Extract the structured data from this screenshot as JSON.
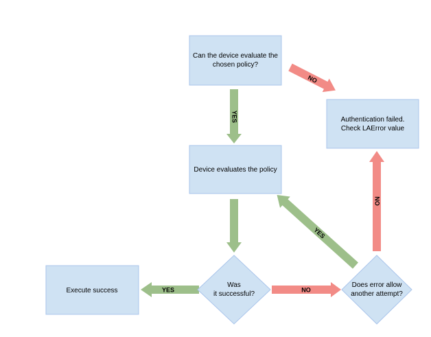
{
  "colors": {
    "box_fill": "#cfe2f3",
    "box_stroke": "#a9c4eb",
    "yes_arrow": "#9dbf8a",
    "no_arrow": "#f28b86"
  },
  "nodes": {
    "can_evaluate": {
      "line1": "Can the device evaluate the",
      "line2": "chosen policy?"
    },
    "auth_failed": {
      "line1": "Authentication failed.",
      "line2": "Check LAError value"
    },
    "evaluates_policy": {
      "line1": "Device evaluates the policy"
    },
    "execute_success": {
      "line1": "Execute success"
    },
    "was_successful": {
      "line1": "Was",
      "line2": "it successful?"
    },
    "error_allow": {
      "line1": "Does error allow",
      "line2": "another attempt?"
    }
  },
  "edges": {
    "can_to_failed": "NO",
    "can_to_evaluates": "YES",
    "success_to_execute": "YES",
    "success_to_error": "NO",
    "error_to_evaluates": "YES",
    "error_to_failed": "NO"
  }
}
